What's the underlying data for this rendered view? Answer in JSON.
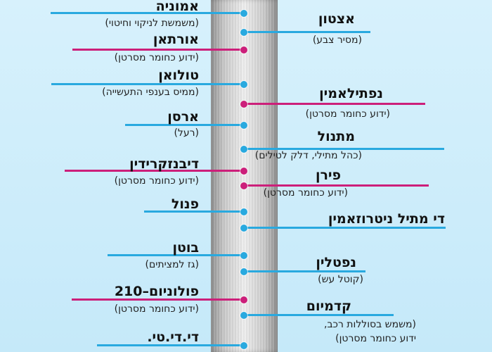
{
  "colors": {
    "regular": "#29a9df",
    "carcinogen": "#cc1f7a"
  },
  "substances": [
    {
      "side": "left",
      "name": "אמוניה",
      "desc": [
        "(משמשת לניקוי וחיטוי)"
      ],
      "type": "regular"
    },
    {
      "side": "left",
      "name": "אורתאן",
      "desc": [
        "(ידוע כחומר מסרטן)"
      ],
      "type": "carcinogen"
    },
    {
      "side": "left",
      "name": "טולואן",
      "desc": [
        "(ממיס בענפי התעשייה)"
      ],
      "type": "regular"
    },
    {
      "side": "left",
      "name": "ארסן",
      "desc": [
        "(רעל)"
      ],
      "type": "regular"
    },
    {
      "side": "left",
      "name": "דיבנזקרידין",
      "desc": [
        "(ידוע כחומר מסרטן)"
      ],
      "type": "carcinogen"
    },
    {
      "side": "left",
      "name": "פנול",
      "desc": [],
      "type": "regular"
    },
    {
      "side": "left",
      "name": "בוטן",
      "desc": [
        "(גז למציתים)"
      ],
      "type": "regular"
    },
    {
      "side": "left",
      "name": "פולוניום–210",
      "desc": [
        "(ידוע כחומר מסרטן)"
      ],
      "type": "carcinogen"
    },
    {
      "side": "left",
      "name": "די.די.טי.",
      "desc": [],
      "type": "regular"
    },
    {
      "side": "right",
      "name": "אצטון",
      "desc": [
        "(מסיר צבע)"
      ],
      "type": "regular"
    },
    {
      "side": "right",
      "name": "נפתילאמין",
      "desc": [
        "(ידוע כחומר מסרטן)"
      ],
      "type": "carcinogen"
    },
    {
      "side": "right",
      "name": "מתנול",
      "desc": [
        "(כהל מתילי, דלק לטילים)"
      ],
      "type": "regular"
    },
    {
      "side": "right",
      "name": "פירן",
      "desc": [
        "(ידוע כחומר מסרטן)"
      ],
      "type": "carcinogen"
    },
    {
      "side": "right",
      "name": "די מתיל ניטרוזאמין",
      "desc": [],
      "type": "regular"
    },
    {
      "side": "right",
      "name": "נפטלין",
      "desc": [
        "(קוטל עש)"
      ],
      "type": "regular"
    },
    {
      "side": "right",
      "name": "קדמיום",
      "desc": [
        "(משמש בסוללות רכב,",
        "ידוע כחומר מסרטן)"
      ],
      "type": "regular"
    }
  ]
}
